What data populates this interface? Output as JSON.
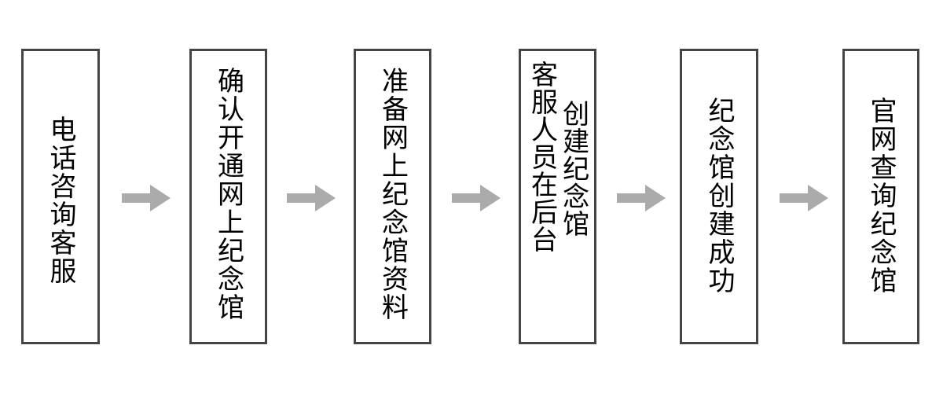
{
  "diagram": {
    "type": "linear-flowchart",
    "orientation": "left-to-right",
    "text_direction": "vertical-rl",
    "background_color": "#ffffff",
    "node_border_color": "#444444",
    "node_fill_color": "#ffffff",
    "node_text_color": "#000000",
    "arrow_color": "#ababab",
    "node_count": 6,
    "arrow_count": 5,
    "nodes": [
      {
        "id": "node-1",
        "step": 1,
        "label": "电话咨询客服",
        "columns": [
          "电话咨询客服"
        ],
        "char_count": 6
      },
      {
        "id": "node-2",
        "step": 2,
        "label": "确认开通网上纪念馆",
        "columns": [
          "确认开通网上纪念馆"
        ],
        "char_count": 9
      },
      {
        "id": "node-3",
        "step": 3,
        "label": "准备网上纪念馆资料",
        "columns": [
          "准备网上纪念馆资料"
        ],
        "char_count": 9
      },
      {
        "id": "node-4",
        "step": 4,
        "label": "客服人员在后台创建纪念馆",
        "columns": [
          "创建纪念馆",
          "客服人员在后台"
        ],
        "char_count": 12
      },
      {
        "id": "node-5",
        "step": 5,
        "label": "纪念馆创建成功",
        "columns": [
          "纪念馆创建成功"
        ],
        "char_count": 7
      },
      {
        "id": "node-6",
        "step": 6,
        "label": "官网查询纪念馆",
        "columns": [
          "官网查询纪念馆"
        ],
        "char_count": 7
      }
    ],
    "arrows": [
      {
        "id": "arrow-1",
        "from": "node-1",
        "to": "node-2",
        "glyph": "→"
      },
      {
        "id": "arrow-2",
        "from": "node-2",
        "to": "node-3",
        "glyph": "→"
      },
      {
        "id": "arrow-3",
        "from": "node-3",
        "to": "node-4",
        "glyph": "→"
      },
      {
        "id": "arrow-4",
        "from": "node-4",
        "to": "node-5",
        "glyph": "→"
      },
      {
        "id": "arrow-5",
        "from": "node-5",
        "to": "node-6",
        "glyph": "→"
      }
    ]
  }
}
